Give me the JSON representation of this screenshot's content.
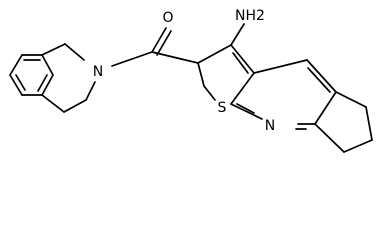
{
  "atoms": {
    "carbonyl_oxygen": "O",
    "amine": "NH2",
    "amide_nitrogen": "N",
    "thiophene_sulfur": "S",
    "pyridine_nitrogen": "N"
  }
}
